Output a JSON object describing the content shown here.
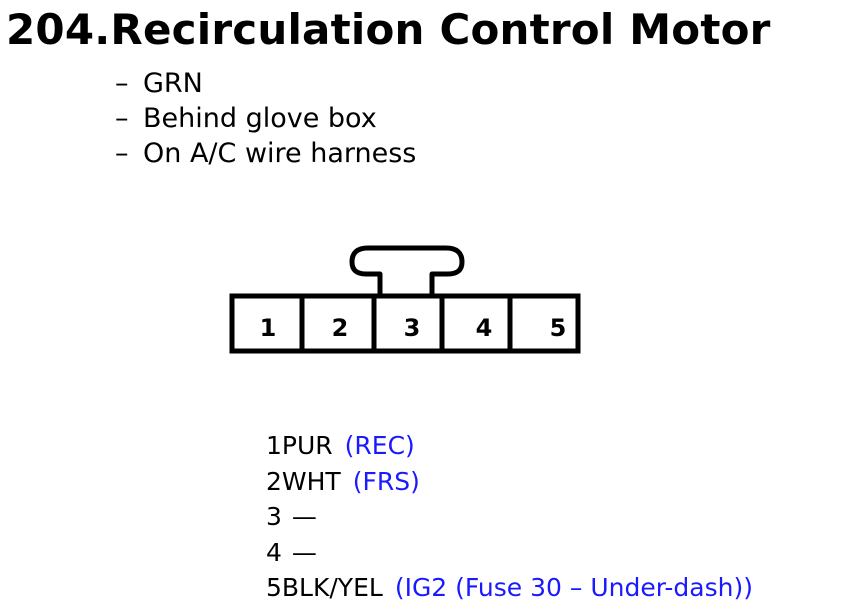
{
  "title": "204.Recirculation Control Motor",
  "bullets": [
    {
      "dash": "–",
      "text": "GRN"
    },
    {
      "dash": "–",
      "text": "Behind glove box"
    },
    {
      "dash": "–",
      "text": "On A/C wire harness"
    }
  ],
  "connector": {
    "pin_numbers": [
      "1",
      "2",
      "3",
      "4",
      "5"
    ]
  },
  "pins": [
    {
      "pin": "1",
      "wire": "PUR",
      "function": "(REC)"
    },
    {
      "pin": "2",
      "wire": "WHT",
      "function": "(FRS)"
    },
    {
      "pin": "3",
      "wire": "",
      "function": "—"
    },
    {
      "pin": "4",
      "wire": "",
      "function": "—"
    },
    {
      "pin": "5",
      "wire": "BLK/YEL",
      "function": "(IG2 (Fuse 30 – Under-dash))"
    }
  ],
  "colors": {
    "text": "#000000",
    "function_text": "#1a1aff",
    "background": "#ffffff"
  }
}
